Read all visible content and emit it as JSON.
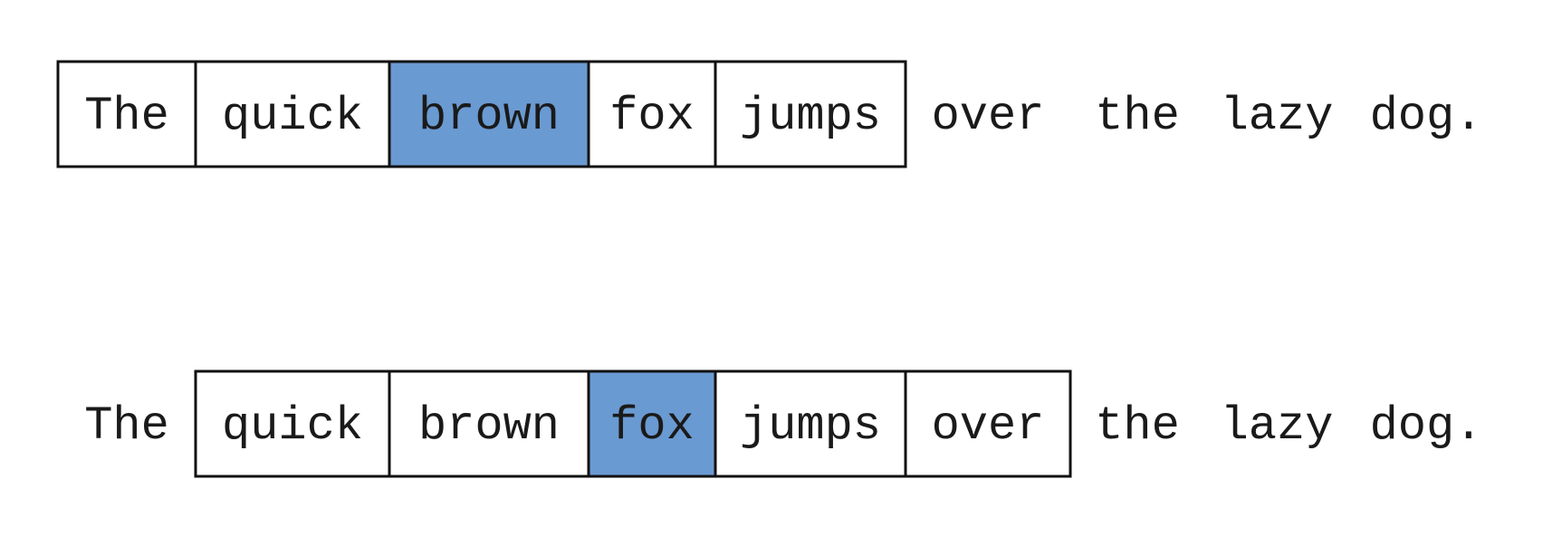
{
  "accent_color": "#6a9ad2",
  "rows": [
    {
      "words": [
        {
          "text": "The",
          "boxed": true,
          "highlight": false
        },
        {
          "text": "quick",
          "boxed": true,
          "highlight": false
        },
        {
          "text": "brown",
          "boxed": true,
          "highlight": true
        },
        {
          "text": "fox",
          "boxed": true,
          "highlight": false
        },
        {
          "text": "jumps",
          "boxed": true,
          "highlight": false
        },
        {
          "text": "over",
          "boxed": false,
          "highlight": false
        },
        {
          "text": "the",
          "boxed": false,
          "highlight": false
        },
        {
          "text": "lazy",
          "boxed": false,
          "highlight": false
        },
        {
          "text": "dog.",
          "boxed": false,
          "highlight": false
        }
      ]
    },
    {
      "words": [
        {
          "text": "The",
          "boxed": false,
          "highlight": false
        },
        {
          "text": "quick",
          "boxed": true,
          "highlight": false
        },
        {
          "text": "brown",
          "boxed": true,
          "highlight": false
        },
        {
          "text": "fox",
          "boxed": true,
          "highlight": true
        },
        {
          "text": "jumps",
          "boxed": true,
          "highlight": false
        },
        {
          "text": "over",
          "boxed": true,
          "highlight": false
        },
        {
          "text": "the",
          "boxed": false,
          "highlight": false
        },
        {
          "text": "lazy",
          "boxed": false,
          "highlight": false
        },
        {
          "text": "dog.",
          "boxed": false,
          "highlight": false
        }
      ]
    }
  ]
}
